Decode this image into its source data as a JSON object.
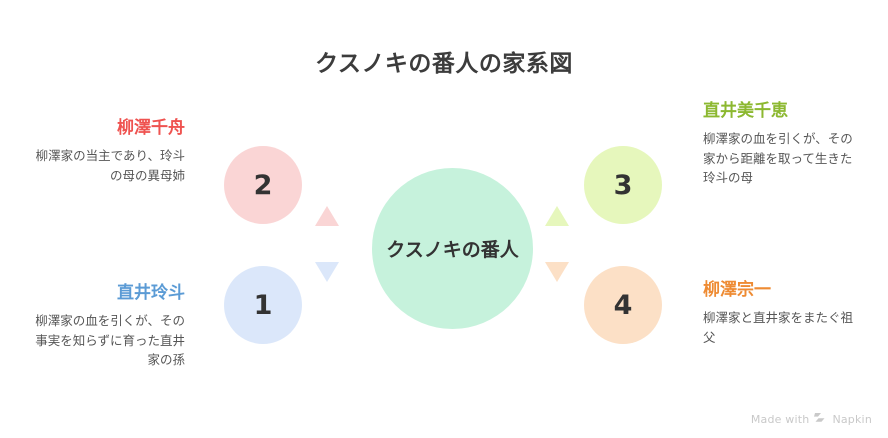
{
  "title": "クスノキの番人の家系図",
  "center": {
    "label": "クスノキの番人",
    "color": "#c6f2dc"
  },
  "nodes": [
    {
      "number": "1",
      "name": "直井玲斗",
      "description": "柳澤家の血を引くが、その事実を知らずに育った直井家の孫",
      "circle_color": "#dbe7fa",
      "title_color": "#5b9bd5",
      "side": "left"
    },
    {
      "number": "2",
      "name": "柳澤千舟",
      "description": "柳澤家の当主であり、玲斗の母の異母姉",
      "circle_color": "#fad5d5",
      "title_color": "#ef5350",
      "side": "left"
    },
    {
      "number": "3",
      "name": "直井美千恵",
      "description": "柳澤家の血を引くが、その家から距離を取って生きた玲斗の母",
      "circle_color": "#e6f7bc",
      "title_color": "#8cb830",
      "side": "right"
    },
    {
      "number": "4",
      "name": "柳澤宗一",
      "description": "柳澤家と直井家をまたぐ祖父",
      "circle_color": "#fce0c6",
      "title_color": "#ee8b33",
      "side": "right"
    }
  ],
  "watermark": {
    "text_before": "Made with",
    "brand": "Napkin",
    "logo_icon": "napkin-chevrons-icon"
  }
}
